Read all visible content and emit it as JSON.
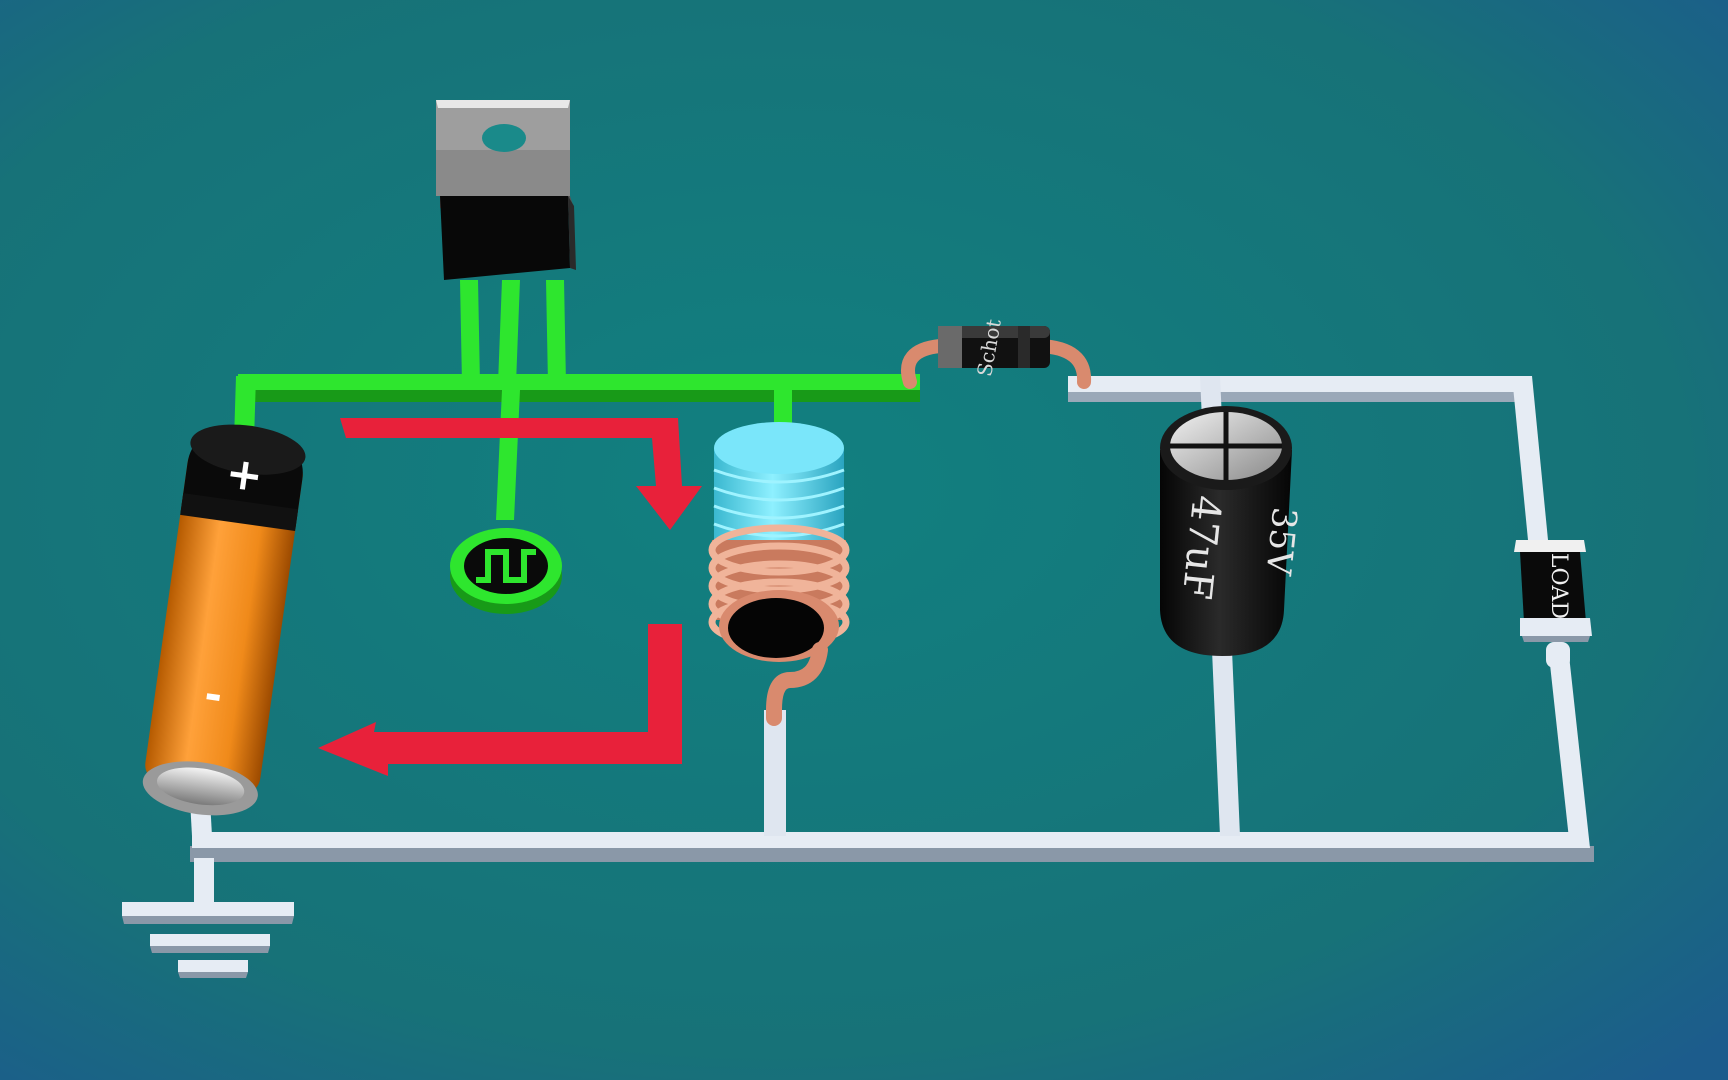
{
  "battery": {
    "plus_label": "+",
    "minus_label": "-"
  },
  "diode": {
    "label": "Schot"
  },
  "capacitor": {
    "value_label": "47uF",
    "voltage_label": "35V"
  },
  "load": {
    "label": "LOAD"
  },
  "colors": {
    "background": "#17707c",
    "switch_trace": "#2ee62e",
    "ground_trace": "#e6ecf4",
    "current_arrow": "#e8213a",
    "battery_body": "#f08a1a",
    "coil_copper": "#d98a6e",
    "core_cyan": "#5ad2e6"
  },
  "icons": {
    "mosfet": "to220-transistor-icon",
    "pwm": "square-wave-icon",
    "ground": "ground-symbol-icon"
  }
}
